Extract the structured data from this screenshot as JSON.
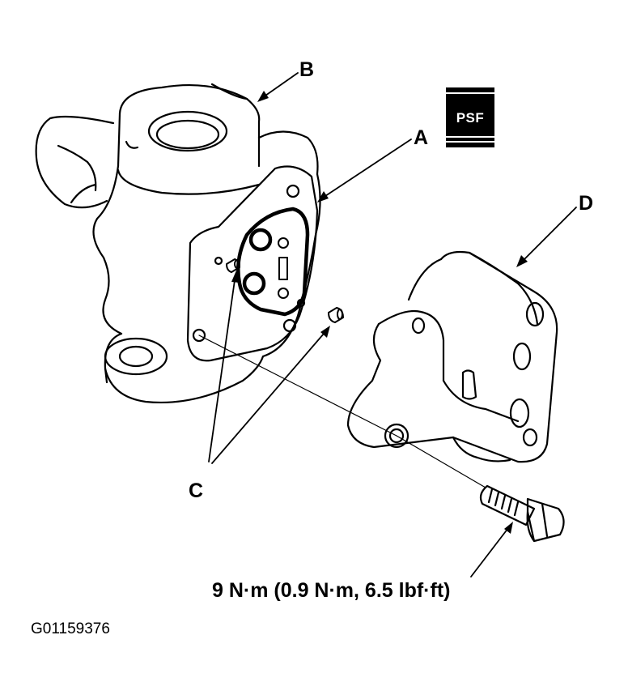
{
  "callouts": {
    "a": "A",
    "b": "B",
    "c": "C",
    "d": "D"
  },
  "badge": {
    "text": "PSF"
  },
  "torque_spec": "9 N·m (0.9 N·m, 6.5 lbf·ft)",
  "figure_id": "G01159376"
}
